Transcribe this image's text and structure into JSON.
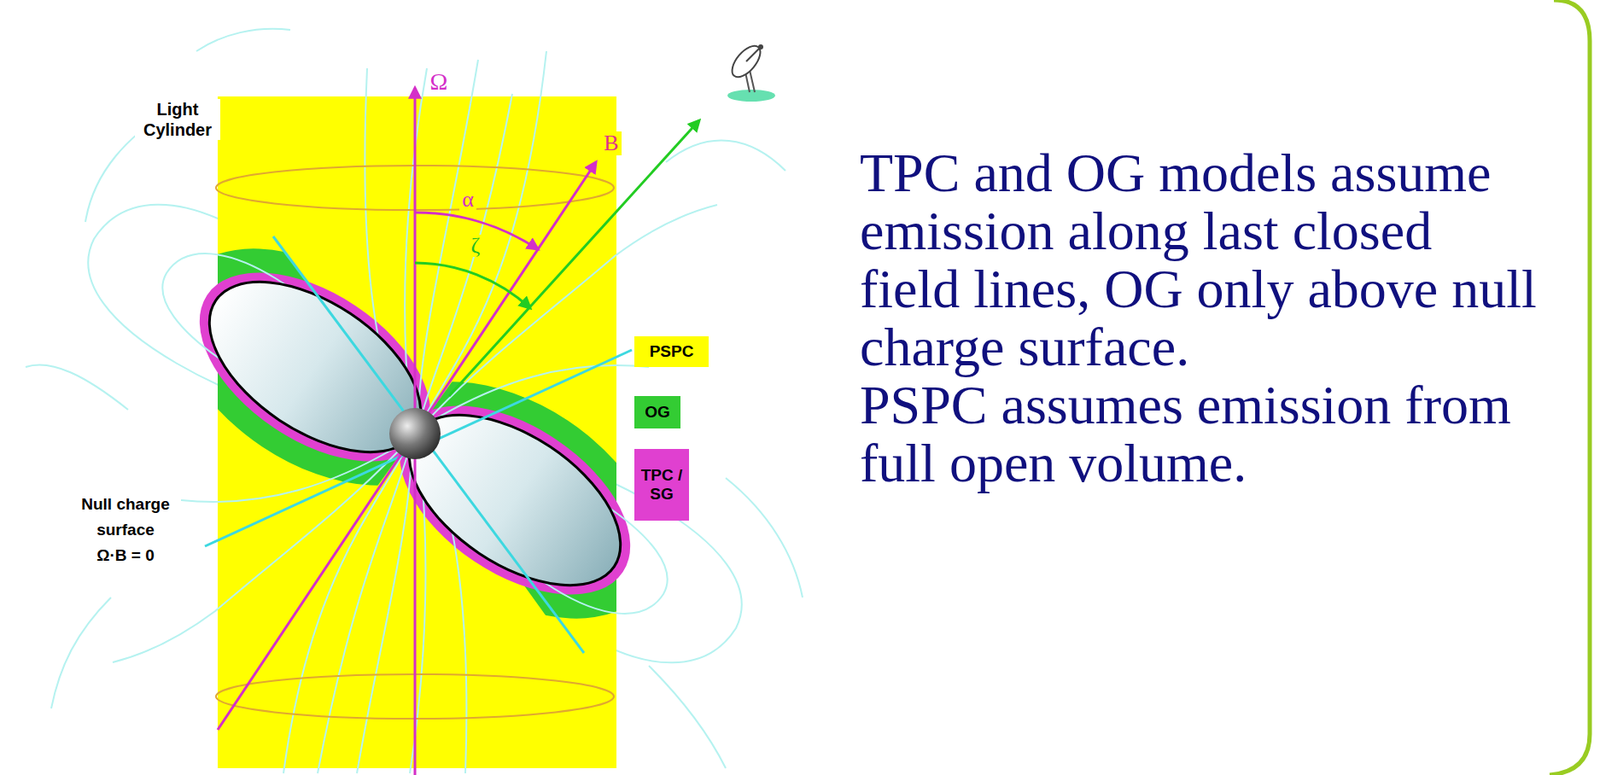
{
  "diagram": {
    "labels": [
      "Light Cylinder",
      "Ω",
      "B",
      "α",
      "ζ",
      "Null charge surface",
      "Ω·B = 0",
      "TPC and OG models assume emission along last closed field lines, OG only above null charge surface.",
      "PSPC assumes emission from full open volume."
    ],
    "legend": [
      {
        "text": "PSPC",
        "color": "#ffff00"
      },
      {
        "text": "OG",
        "color": "#33cc33"
      },
      {
        "text": "TPC / SG",
        "color": "#e040d0"
      }
    ]
  }
}
